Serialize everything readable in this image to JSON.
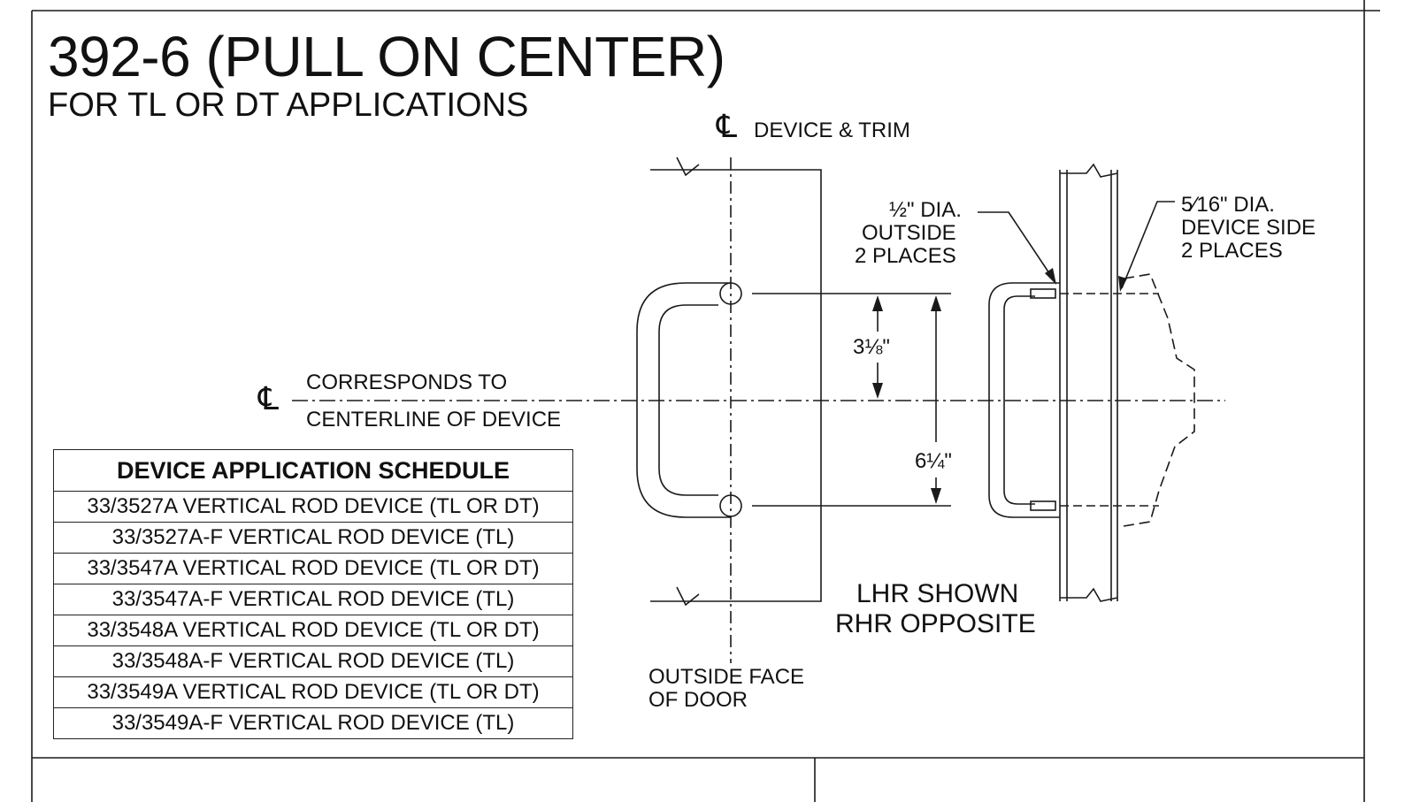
{
  "title": "392-6 (PULL ON CENTER)",
  "subtitle": "FOR TL OR DT APPLICATIONS",
  "labels": {
    "cl_symbol": "℄",
    "device_trim": "DEVICE & TRIM",
    "corresponds_to": "CORRESPONDS TO",
    "centerline_of_device": "CENTERLINE OF DEVICE",
    "dim_small": "3⅛\"",
    "dim_large": "6¼\"",
    "half_dia": "½\" DIA.",
    "outside": "OUTSIDE",
    "two_places_a": "2 PLACES",
    "five16_dia": "5⁄16\" DIA.",
    "device_side": "DEVICE SIDE",
    "two_places_b": "2 PLACES",
    "lhr_shown": "LHR SHOWN",
    "rhr_opposite": "RHR OPPOSITE",
    "outside_face": "OUTSIDE FACE",
    "of_door": "OF DOOR"
  },
  "schedule": {
    "header": "DEVICE APPLICATION SCHEDULE",
    "rows": [
      "33/3527A VERTICAL ROD DEVICE (TL OR DT)",
      "33/3527A-F VERTICAL ROD DEVICE (TL)",
      "33/3547A VERTICAL ROD DEVICE (TL OR DT)",
      "33/3547A-F VERTICAL ROD DEVICE (TL)",
      "33/3548A VERTICAL ROD DEVICE (TL OR DT)",
      "33/3548A-F VERTICAL ROD DEVICE (TL)",
      "33/3549A VERTICAL ROD DEVICE (TL OR DT)",
      "33/3549A-F VERTICAL ROD DEVICE (TL)"
    ]
  }
}
